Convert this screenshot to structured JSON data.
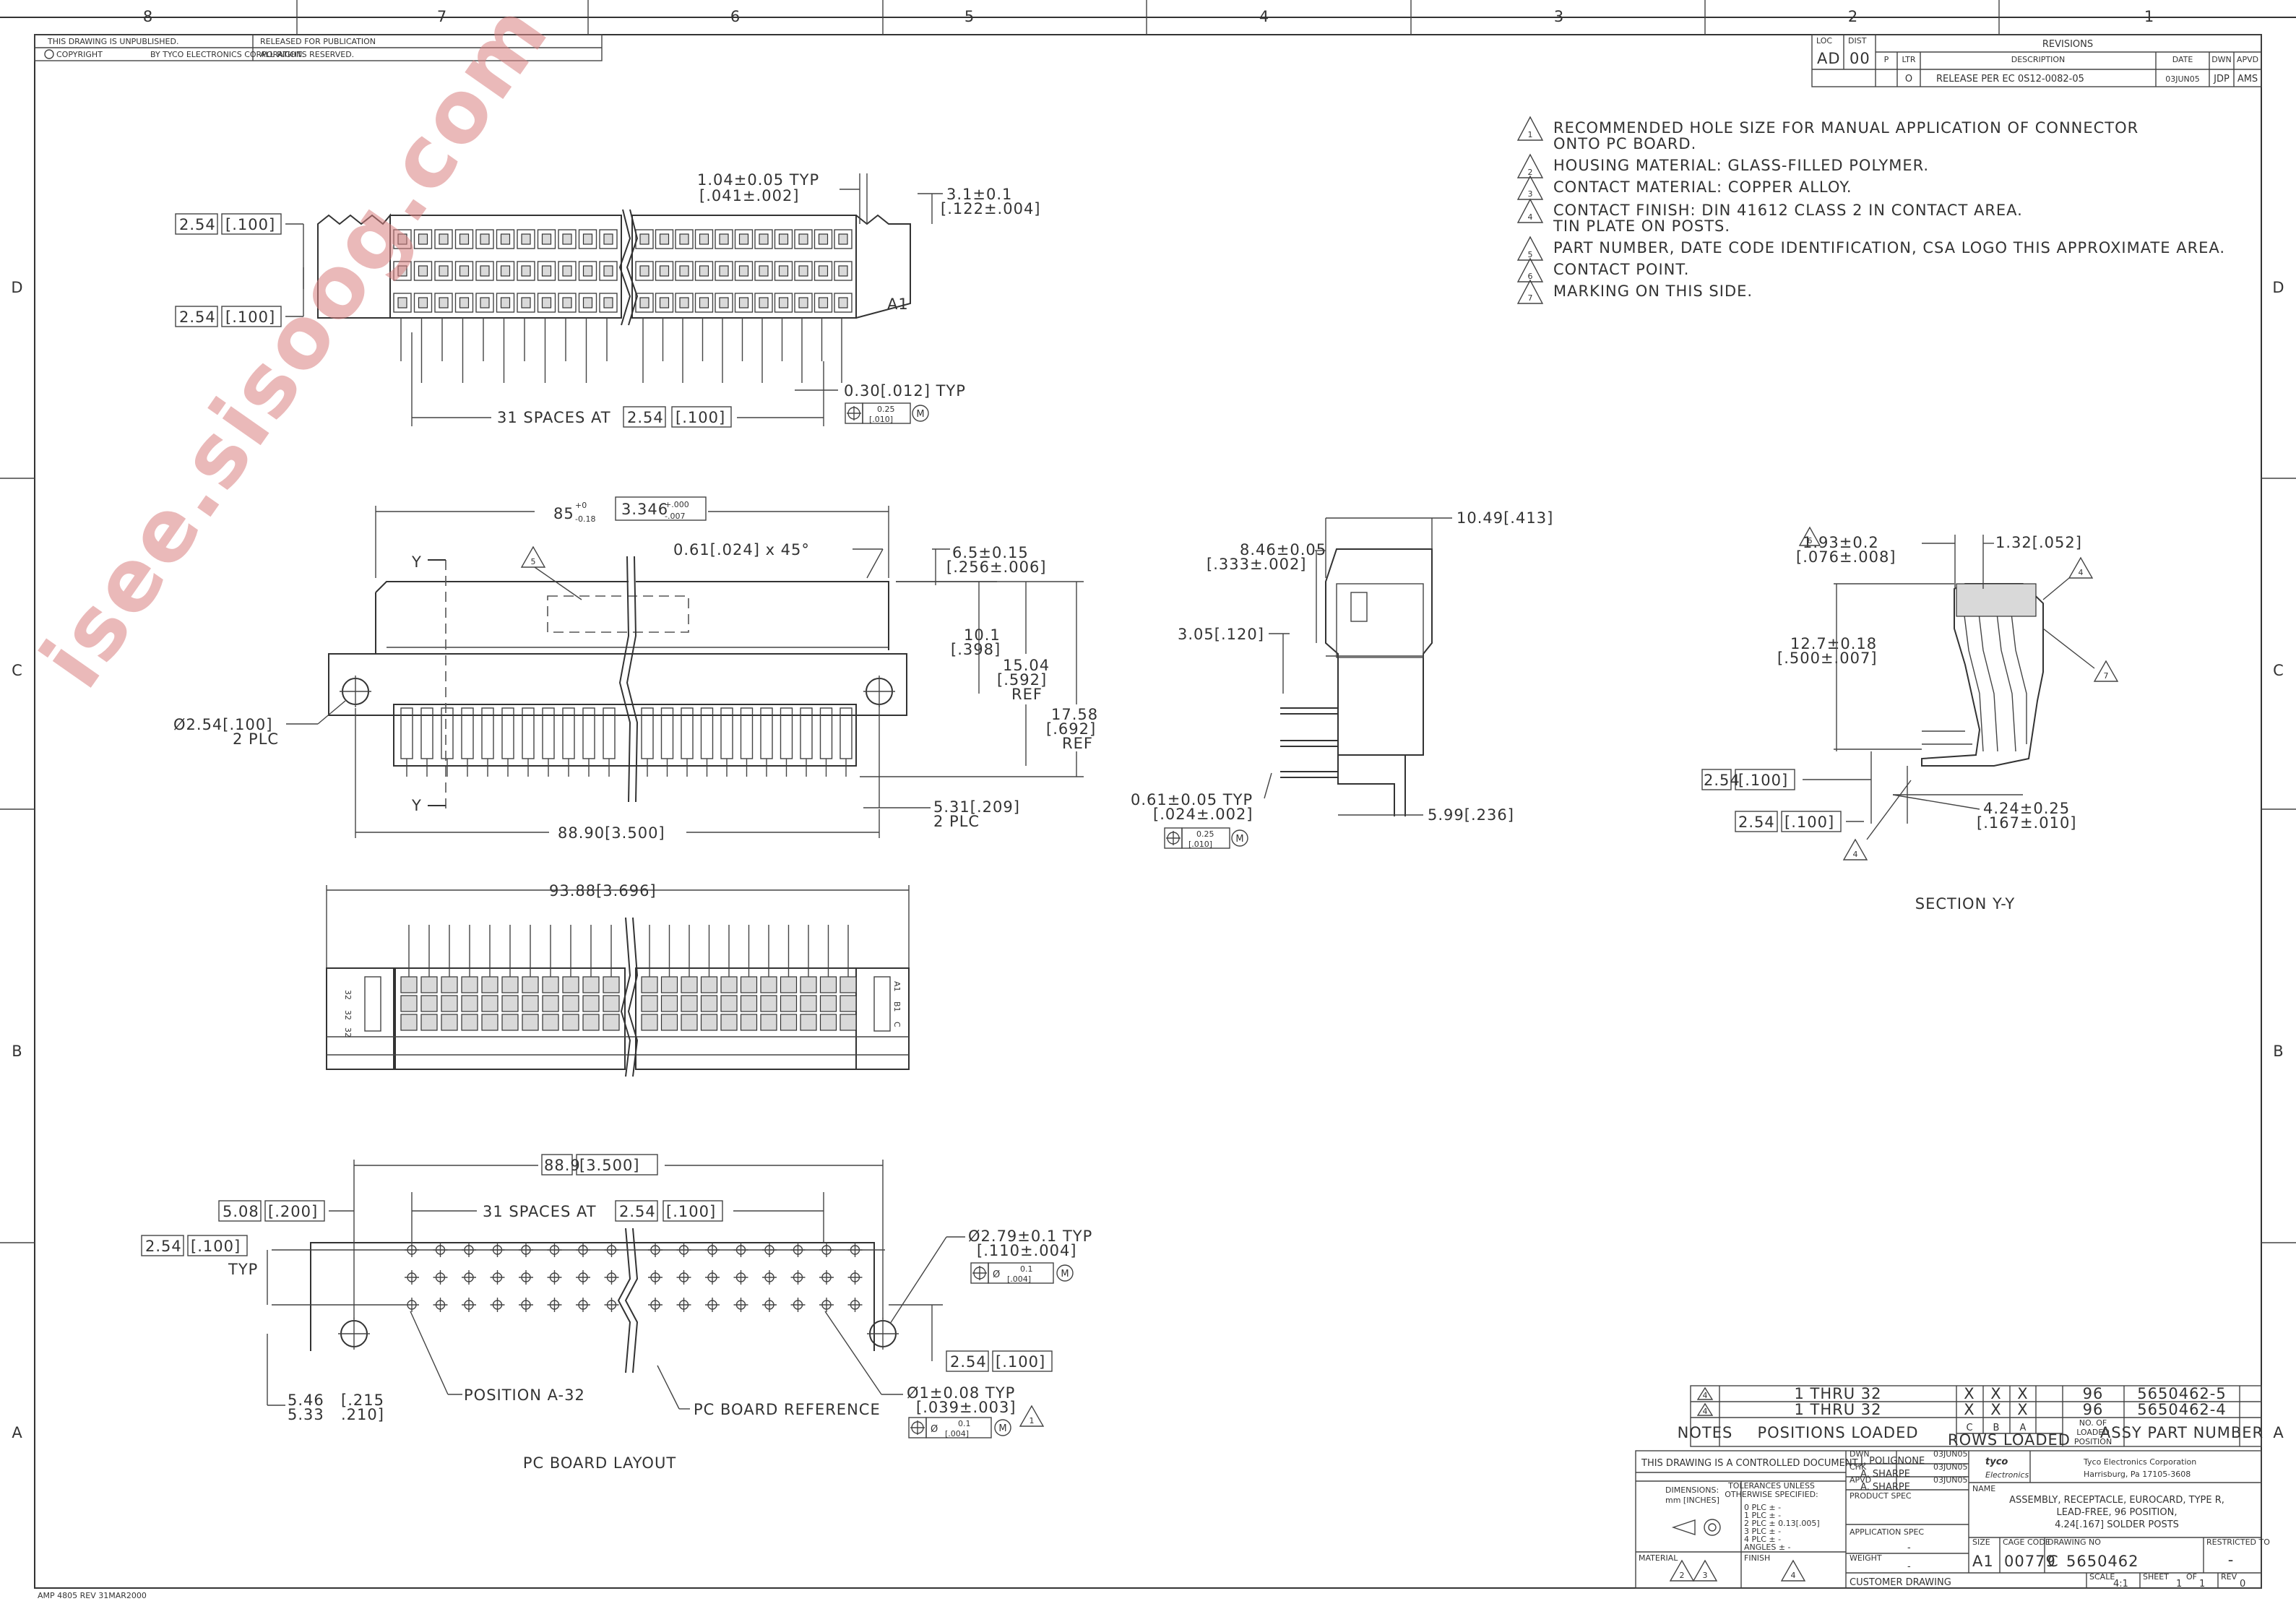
{
  "zones": {
    "top": [
      "8",
      "7",
      "6",
      "5",
      "4",
      "3",
      "2",
      "1"
    ],
    "side": [
      "D",
      "C",
      "B",
      "A"
    ]
  },
  "header": {
    "unpublished": "THIS DRAWING IS UNPUBLISHED.",
    "released": "RELEASED FOR PUBLICATION",
    "copyright": "COPYRIGHT",
    "by": "BY TYCO ELECTRONICS CORPORATION.",
    "rights": "ALL RIGHTS RESERVED."
  },
  "revisions": {
    "title": "REVISIONS",
    "loc_label": "LOC",
    "loc": "AD",
    "dist_label": "DIST",
    "dist": "00",
    "cols": [
      "P",
      "LTR",
      "DESCRIPTION",
      "DATE",
      "DWN",
      "APVD"
    ],
    "row": {
      "ltr": "O",
      "description": "RELEASE PER EC 0S12-0082-05",
      "date": "03JUN05",
      "dwn": "JDP",
      "apvd": "AMS"
    }
  },
  "notes": [
    {
      "n": "1",
      "text": "RECOMMENDED HOLE SIZE FOR MANUAL APPLICATION OF CONNECTOR",
      "text2": "ONTO PC BOARD."
    },
    {
      "n": "2",
      "text": "HOUSING MATERIAL: GLASS-FILLED POLYMER.",
      "text2": ""
    },
    {
      "n": "3",
      "text": "CONTACT MATERIAL: COPPER ALLOY.",
      "text2": ""
    },
    {
      "n": "4",
      "text": "CONTACT FINISH: DIN 41612 CLASS 2 IN CONTACT AREA.",
      "text2": "TIN PLATE ON POSTS."
    },
    {
      "n": "5",
      "text": "PART NUMBER, DATE CODE IDENTIFICATION, CSA LOGO THIS APPROXIMATE AREA.",
      "text2": ""
    },
    {
      "n": "6",
      "text": "CONTACT POINT.",
      "text2": ""
    },
    {
      "n": "7",
      "text": "MARKING ON THIS SIDE.",
      "text2": ""
    }
  ],
  "dims": {
    "top_view": {
      "pitch1": "2.54",
      "pitch1_in": "[.100]",
      "pitch2": "2.54",
      "pitch2_in": "[.100]",
      "typ1": "1.04±0.05 TYP",
      "typ1_in": "[.041±.002]",
      "d31": "3.1±0.1",
      "d31_in": "[.122±.004]",
      "a1": "A1",
      "post": "0.30[.012] TYP",
      "spaces": "31 SPACES AT",
      "spaces_mm": "2.54",
      "spaces_in": "[.100]",
      "tol1": "0.25",
      "tol2": "[.010]",
      "mod": "M"
    },
    "front_view": {
      "width": "85",
      "width_tol_up": "+0",
      "width_tol_dn": "-0.18",
      "width_in": "3.346",
      "width_in_up": "+.000",
      "width_in_dn": "-.007",
      "chamfer": "0.61[.024] x 45°",
      "h65": "6.5±0.15",
      "h65_in": "[.256±.006]",
      "h101": "10.1",
      "h101_in": "[.398]",
      "h1504": "15.04",
      "h1504_in": "[.592]",
      "ref1": "REF",
      "h1758": "17.58",
      "h1758_in": "[.692]",
      "ref2": "REF",
      "hole": "Ø2.54[.100]",
      "plc": "2 PLC",
      "d531": "5.31[.209]",
      "plc2": "2 PLC",
      "w889": "88.90[3.500]",
      "y": "Y",
      "note5": "5"
    },
    "side_view": {
      "d1049": "10.49[.413]",
      "d846": "8.46±0.05",
      "d846_in": "[.333±.002]",
      "d305": "3.05[.120]",
      "d061": "0.61±0.05 TYP",
      "d061_in": "[.024±.002]",
      "d599": "5.99[.236]",
      "tol1": "0.25",
      "tol2": "[.010]",
      "mod": "M"
    },
    "section": {
      "d193": "1.93±0.2",
      "d193_in": "[.076±.008]",
      "n6": "6",
      "d132": "1.32[.052]",
      "n4": "4",
      "d127": "12.7±0.18",
      "d127_in": "[.500±.007]",
      "n7": "7",
      "p1": "2.54",
      "p1_in": "[.100]",
      "p2": "2.54",
      "p2_in": "[.100]",
      "d424": "4.24±0.25",
      "d424_in": "[.167±.010]",
      "n4b": "4",
      "title": "SECTION Y-Y"
    },
    "bottom_view": {
      "w9388": "93.88[3.696]",
      "r1": "32",
      "r2": "32",
      "r3": "32",
      "l1": "A1",
      "l2": "B1",
      "l3": "C"
    },
    "pcb": {
      "w889": "88.9",
      "w889_in": "[3.500]",
      "d508": "5.08",
      "d508_in": "[.200]",
      "spaces": "31 SPACES AT",
      "spaces_mm": "2.54",
      "spaces_in": "[.100]",
      "p254": "2.54",
      "p254_in": "[.100]",
      "typ": "TYP",
      "hole279": "Ø2.79±0.1 TYP",
      "hole279_in": "[.110±.004]",
      "tol_a": "0.1",
      "tol_b": "[.004]",
      "mod": "M",
      "p254b": "2.54",
      "p254b_in": "[.100]",
      "d546": "5.46",
      "d533": "5.33",
      "d546_in": "[.215",
      "d533_in": ".210]",
      "pos": "POSITION A-32",
      "ref": "PC BOARD REFERENCE",
      "hole1": "Ø1±0.08 TYP",
      "hole1_in": "[.039±.003]",
      "n1": "1",
      "title": "PC BOARD LAYOUT"
    }
  },
  "parts_table": {
    "rows": [
      {
        "note": "4",
        "positions": "1 THRU 32",
        "c": "X",
        "b": "X",
        "a": "X",
        "num": "96",
        "part": "5650462-5"
      },
      {
        "note": "4",
        "positions": "1 THRU 32",
        "c": "X",
        "b": "X",
        "a": "X",
        "num": "96",
        "part": "5650462-4"
      }
    ],
    "h_notes": "NOTES",
    "h_positions": "POSITIONS LOADED",
    "h_c": "C",
    "h_b": "B",
    "h_a": "A",
    "h_rows": "ROWS LOADED",
    "h_no": "NO. OF",
    "h_loaded": "LOADED",
    "h_position": "POSITION",
    "h_part": "ASSY PART NUMBER"
  },
  "title_block": {
    "controlled": "THIS DRAWING IS A CONTROLLED DOCUMENT.",
    "dimensions": "DIMENSIONS:",
    "units": "mm [INCHES]",
    "tol_title": "TOLERANCES UNLESS",
    "tol_title2": "OTHERWISE SPECIFIED:",
    "tol_rows": [
      "0 PLC   ± -",
      "1 PLC   ± -",
      "2 PLC   ± 0.13[.005]",
      "3 PLC   ± -",
      "4 PLC   ± -",
      "ANGLES   ± -"
    ],
    "material": "MATERIAL",
    "finish": "FINISH",
    "mat_notes": [
      "2",
      "3"
    ],
    "finish_note": "4",
    "dwn_label": "DWN",
    "dwn": "J. POLIGNONE",
    "dwn_date": "03JUN05",
    "chk_label": "CHK",
    "chk": "A. SHARPE",
    "chk_date": "03JUN05",
    "apvd_label": "APVD",
    "apvd": "A. SHARPE",
    "apvd_date": "03JUN05",
    "product_spec": "PRODUCT SPEC",
    "application_spec": "APPLICATION SPEC",
    "dash": "-",
    "weight": "WEIGHT",
    "weight_val": "-",
    "company_logo": "tyco",
    "logo_sub": "Electronics",
    "company": "Tyco Electronics Corporation",
    "city": "Harrisburg, Pa 17105-3608",
    "name_label": "NAME",
    "name1": "ASSEMBLY, RECEPTACLE, EUROCARD, TYPE R,",
    "name2": "LEAD-FREE, 96 POSITION,",
    "name3": "4.24[.167] SOLDER POSTS",
    "size_label": "SIZE",
    "size": "A1",
    "cage_label": "CAGE CODE",
    "cage": "00779",
    "dwgno_label": "DRAWING NO",
    "dwgno_prefix": "C",
    "dwgno": "5650462",
    "restricted": "RESTRICTED TO",
    "restricted_val": "-",
    "customer": "CUSTOMER DRAWING",
    "scale_label": "SCALE",
    "scale": "4:1",
    "sheet_label": "SHEET",
    "sheet": "1",
    "of": "OF",
    "sheets": "1",
    "rev_label": "REV",
    "rev": "0"
  },
  "footer": "AMP 4805 REV 31MAR2000",
  "watermark": "isee.sisoog.com"
}
